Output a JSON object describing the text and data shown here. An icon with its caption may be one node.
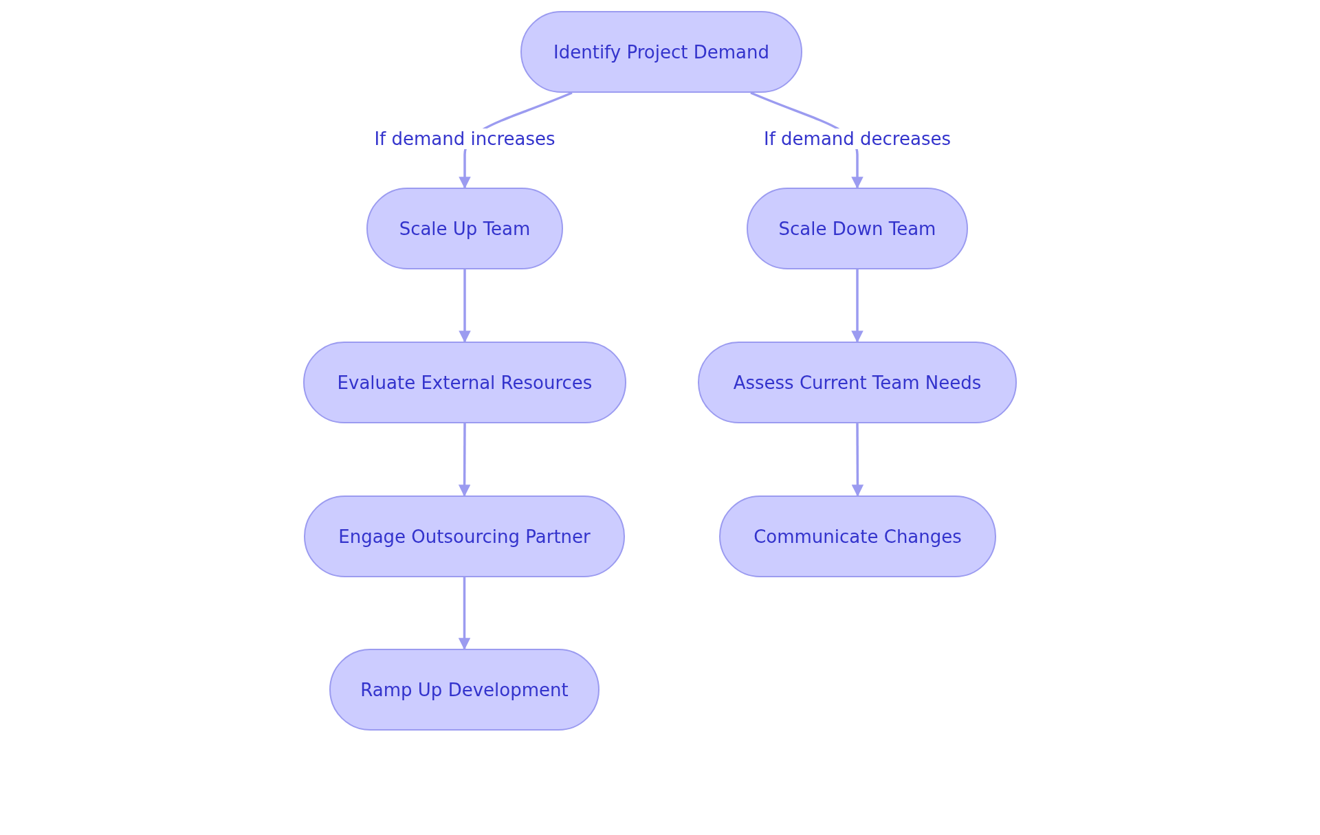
{
  "diagram": {
    "nodes": [
      {
        "text": [
          "Identify Project Demand"
        ]
      },
      {
        "text": [
          "Scale Up Team"
        ]
      },
      {
        "text": [
          "Evaluate External Resources"
        ]
      },
      {
        "text": [
          "Engage Outsourcing Partner"
        ]
      },
      {
        "text": [
          "Ramp Up Development"
        ]
      },
      {
        "text": [
          "Scale Down Team"
        ]
      },
      {
        "text": [
          "Assess Current Team Needs"
        ]
      },
      {
        "text": [
          "Communicate Changes"
        ]
      }
    ],
    "edges": [
      {
        "from": 0,
        "to": 1,
        "arrow": "to",
        "label": "If demand increases"
      },
      {
        "from": 1,
        "to": 2,
        "arrow": "to"
      },
      {
        "from": 2,
        "to": 3,
        "arrow": "to"
      },
      {
        "from": 3,
        "to": 4,
        "arrow": "to"
      },
      {
        "from": 0,
        "to": 5,
        "arrow": "to",
        "label": "If demand decreases"
      },
      {
        "from": 5,
        "to": 6,
        "arrow": "to"
      },
      {
        "from": 6,
        "to": 7,
        "arrow": "to"
      }
    ]
  }
}
